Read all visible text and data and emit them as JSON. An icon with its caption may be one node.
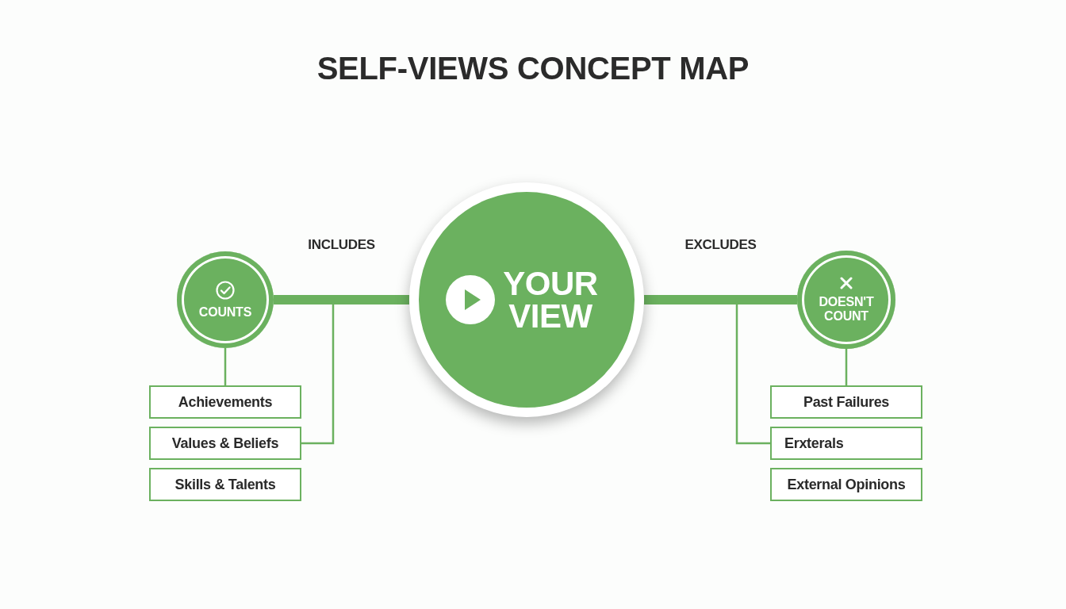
{
  "diagram": {
    "title": "SELF-VIEWS CONCEPT MAP",
    "nodes": [
      {
        "text": [
          "COUNTS"
        ]
      },
      {
        "text": [
          "YOUR VIEW"
        ]
      },
      {
        "text": [
          "DOESN'T COUNT"
        ]
      },
      {
        "text": [
          "Achievements"
        ]
      },
      {
        "text": [
          "Values & Beliefs"
        ]
      },
      {
        "text": [
          "Skills & Talents"
        ]
      },
      {
        "text": [
          "Past Failures"
        ]
      },
      {
        "text": [
          "Erxterals"
        ]
      },
      {
        "text": [
          "External Opinions"
        ]
      }
    ],
    "edges": [
      {
        "from": 0,
        "to": 1,
        "arrow": "none",
        "label": "INCLUDES",
        "style": "thick"
      },
      {
        "from": 1,
        "to": 2,
        "arrow": "none",
        "label": "EXCLUDES",
        "style": "thick"
      },
      {
        "from": 0,
        "to": 3,
        "arrow": "none"
      },
      {
        "from": 0,
        "to": 4,
        "arrow": "none"
      },
      {
        "from": 2,
        "to": 6,
        "arrow": "none"
      },
      {
        "from": 2,
        "to": 7,
        "arrow": "none"
      }
    ]
  }
}
